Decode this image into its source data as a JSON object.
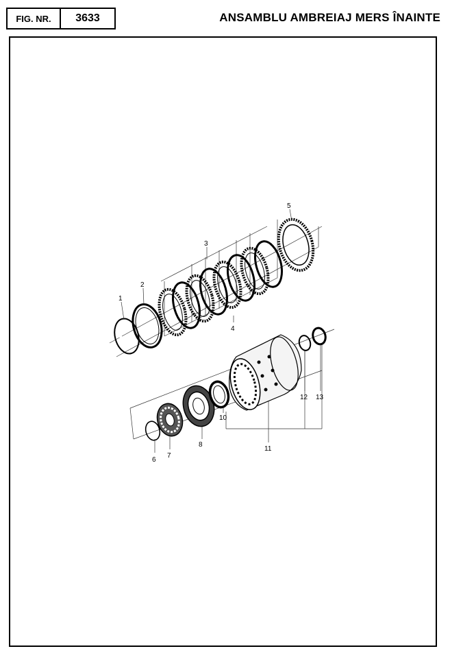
{
  "header": {
    "fig_label": "FIG. NR.",
    "fig_number": "3633",
    "title": "ANSAMBLU AMBREIAJ MERS ÎNAINTE"
  },
  "callouts": [
    "1",
    "2",
    "3",
    "4",
    "5",
    "6",
    "7",
    "8",
    "10",
    "11",
    "12",
    "13"
  ]
}
